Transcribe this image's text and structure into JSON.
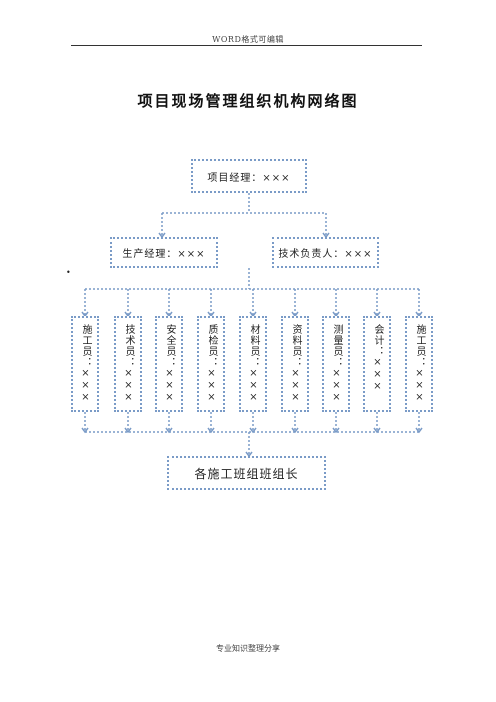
{
  "header": "WORD格式可编辑",
  "title": "项目现场管理组织机构网络图",
  "project_manager": "项目经理：×××",
  "production_manager": "生产经理：×××",
  "technical_lead": "技术负责人：×××",
  "roles": [
    {
      "title": "施工员",
      "name": "×××"
    },
    {
      "title": "技术员",
      "name": "×××"
    },
    {
      "title": "安全员",
      "name": "×××"
    },
    {
      "title": "质检员",
      "name": "×××"
    },
    {
      "title": "材料员",
      "name": "×××"
    },
    {
      "title": "资料员",
      "name": "×××"
    },
    {
      "title": "测量员",
      "name": "×××"
    },
    {
      "title": "会计",
      "name": "×××"
    },
    {
      "title": "施工员",
      "name": "×××"
    }
  ],
  "team_leaders": "各施工班组班组长",
  "bullet": "•",
  "footer": "专业知识整理分享",
  "colors": {
    "connector": "#7a9bc7",
    "box_border": "#7a9bc7"
  }
}
